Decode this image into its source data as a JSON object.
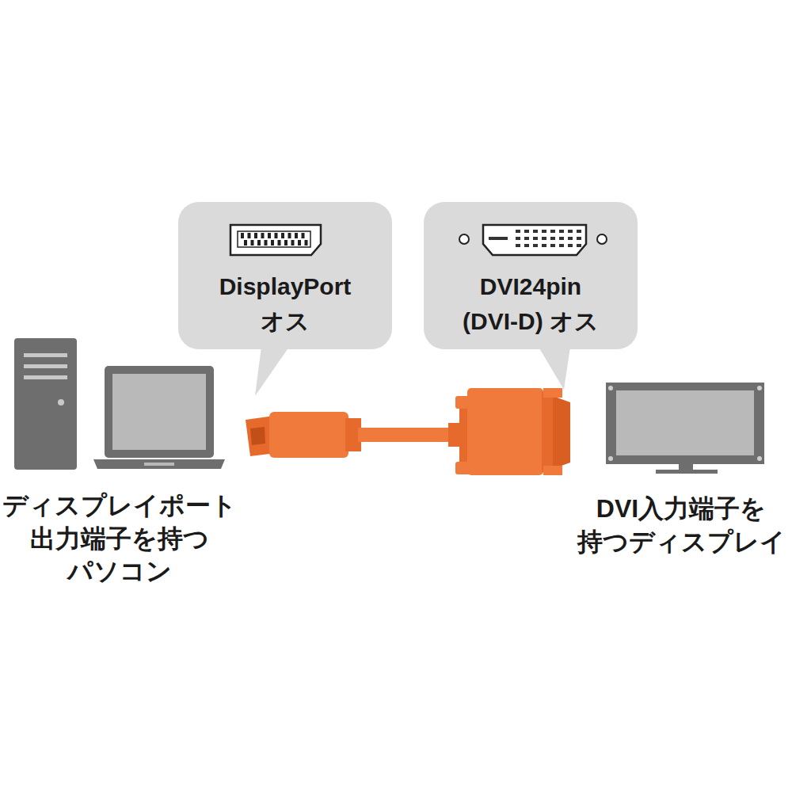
{
  "diagram": {
    "nodes": [
      {
        "text": [
          "DisplayPort オス"
        ]
      },
      {
        "text": [
          "DVI24pin (DVI-D) オス"
        ]
      }
    ],
    "labels": [
      "ディスプレイポート 出力端子を持つ パソコン",
      "DVI入力端子を 持つディスプレイ"
    ]
  }
}
